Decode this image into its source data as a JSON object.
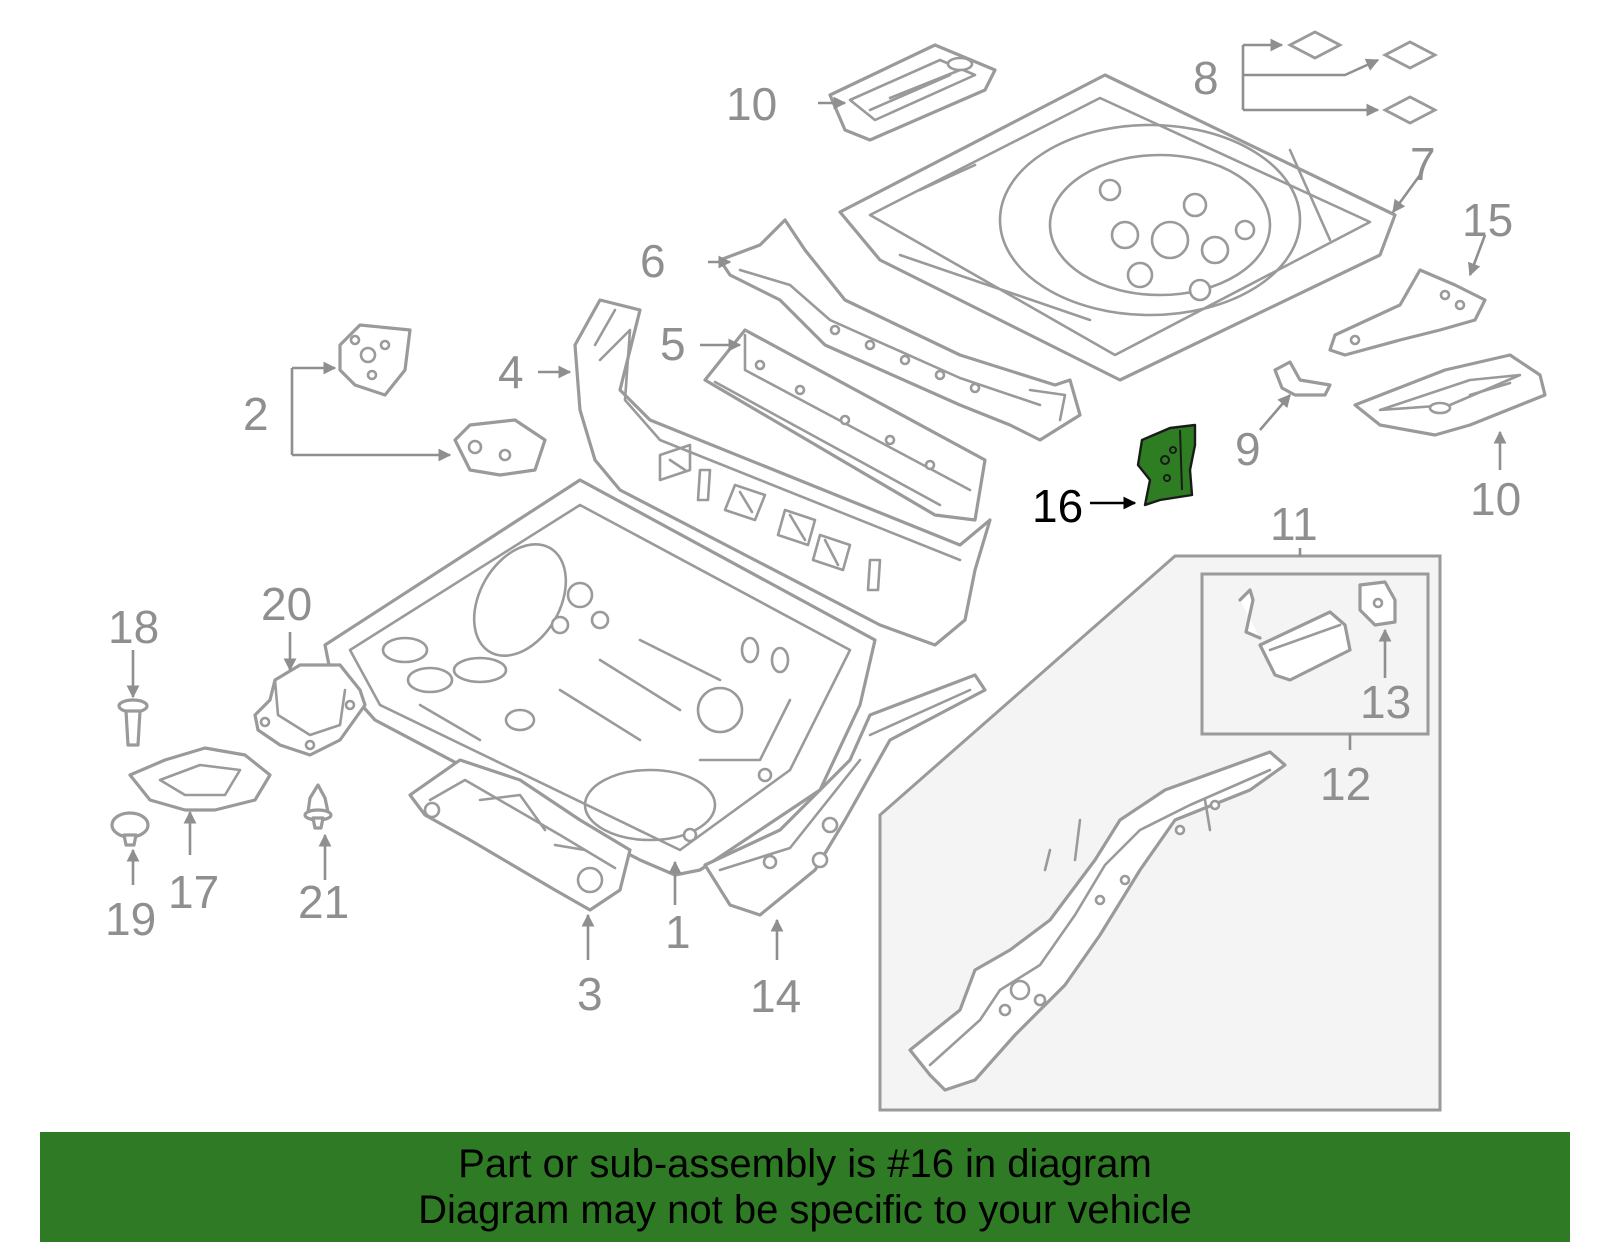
{
  "callouts": {
    "c1": "1",
    "c2": "2",
    "c3": "3",
    "c4": "4",
    "c5": "5",
    "c6": "6",
    "c7": "7",
    "c8": "8",
    "c9": "9",
    "c10a": "10",
    "c10b": "10",
    "c11": "11",
    "c12": "12",
    "c13": "13",
    "c14": "14",
    "c15": "15",
    "c16": "16",
    "c17": "17",
    "c18": "18",
    "c19": "19",
    "c20": "20",
    "c21": "21"
  },
  "highlighted_part": "16",
  "colors": {
    "highlight": "#2e7d22",
    "banner": "#2f7a24",
    "line_gray": "#9a9a9a"
  },
  "banner": {
    "line1": "Part or sub-assembly is #16 in diagram",
    "line2": "Diagram may not be specific to your vehicle"
  }
}
